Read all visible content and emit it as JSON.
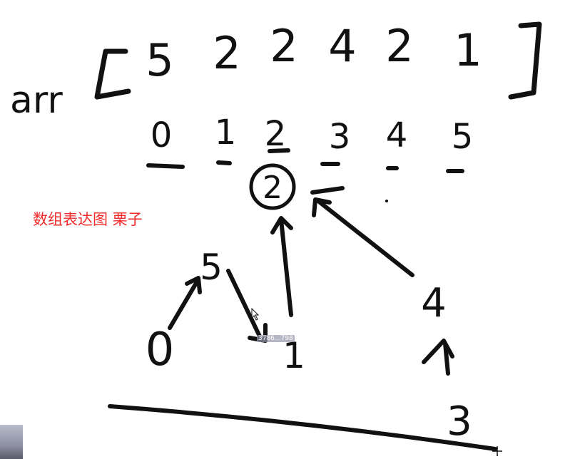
{
  "array_label": "arr",
  "array_values": [
    "5",
    "2",
    "2",
    "4",
    "2",
    "1"
  ],
  "indices": [
    "0",
    "1",
    "2",
    "3",
    "4",
    "5"
  ],
  "caption": "数组表达图 栗子",
  "tree": {
    "root": "2",
    "left_child": "5",
    "middle_child": "1",
    "right_child": "4",
    "left_grandchild": "0",
    "right_grandchild": "3"
  },
  "tooltip_text": "3786...798",
  "colors": {
    "ink": "#111111",
    "caption": "#ef2b2b"
  }
}
